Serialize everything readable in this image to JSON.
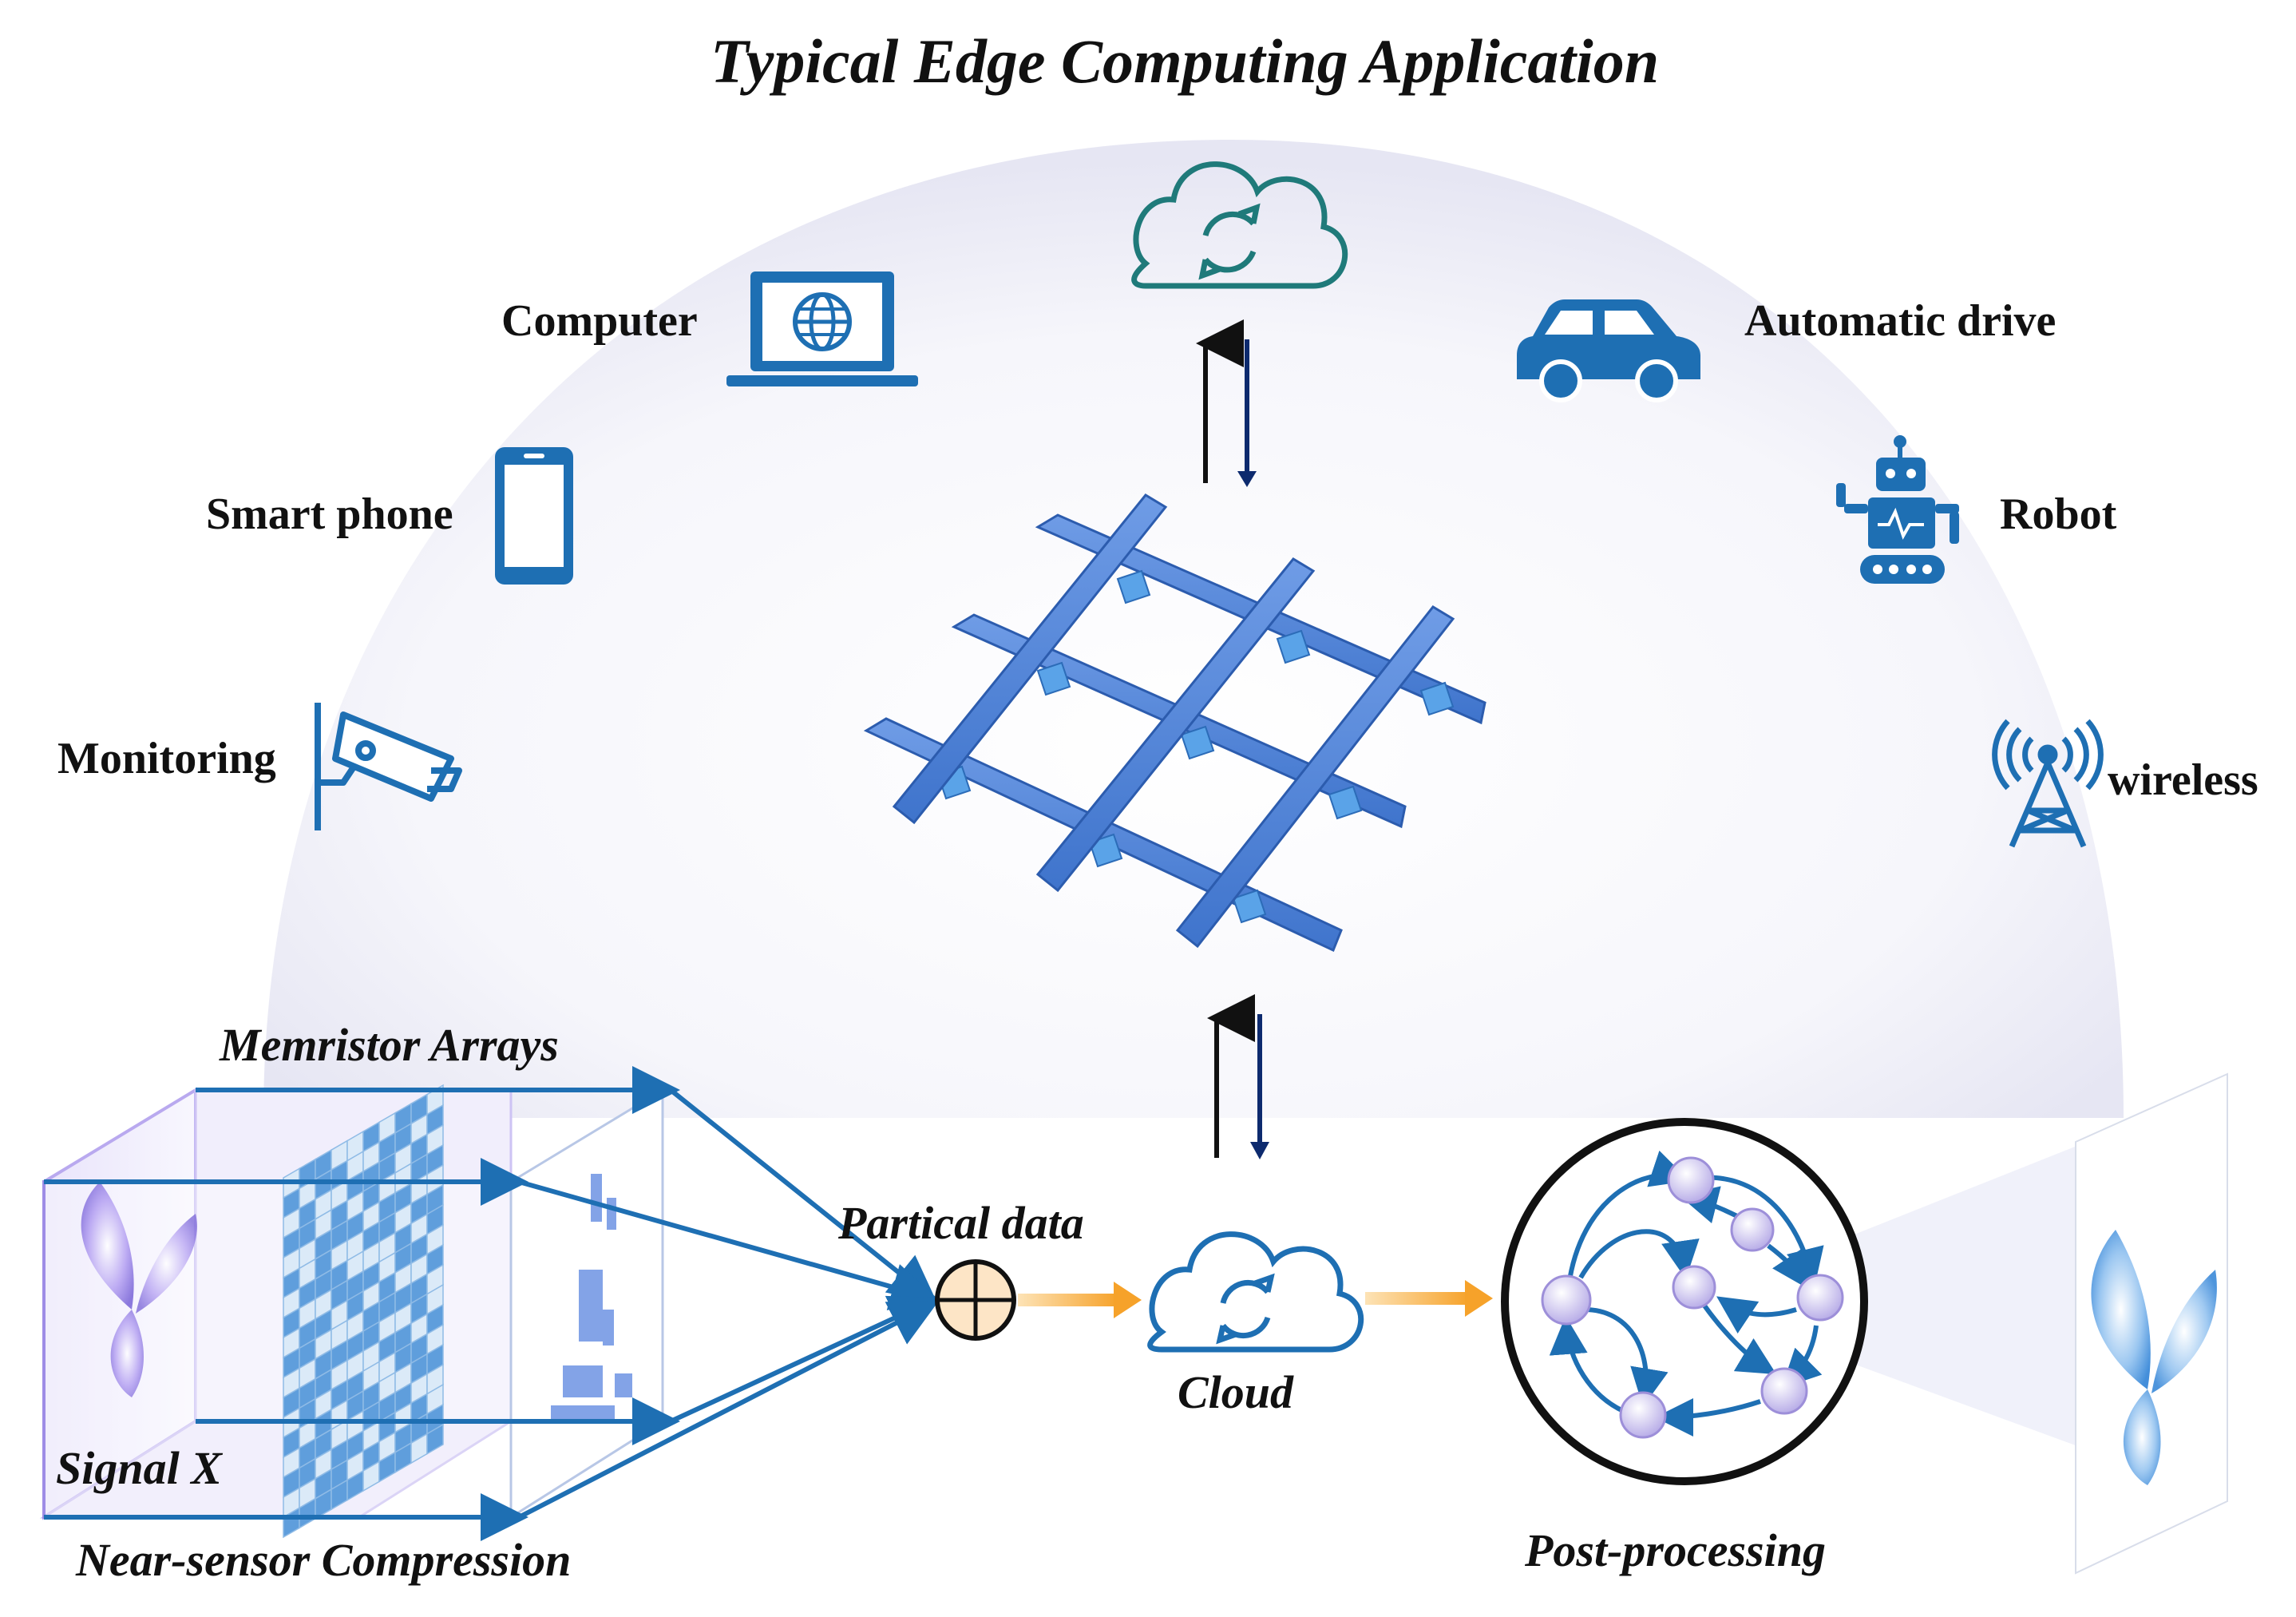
{
  "title": "Typical Edge Computing Application",
  "devices": {
    "computer": "Computer",
    "smart_phone": "Smart phone",
    "monitoring": "Monitoring",
    "automatic_drive": "Automatic drive",
    "robot": "Robot",
    "wireless": "wireless"
  },
  "pipeline": {
    "memristor_arrays": "Memristor Arrays",
    "signal": "Signal X",
    "compression": "Near-sensor Compression",
    "partial_data": "Partical data",
    "cloud": "Cloud",
    "post_processing": "Post-processing"
  },
  "colors": {
    "icon_blue": "#1e6fb3",
    "array_blue": "#4a82d8",
    "cloud_teal": "#1f7a7a",
    "arrow_orange": "#f7a93b"
  }
}
